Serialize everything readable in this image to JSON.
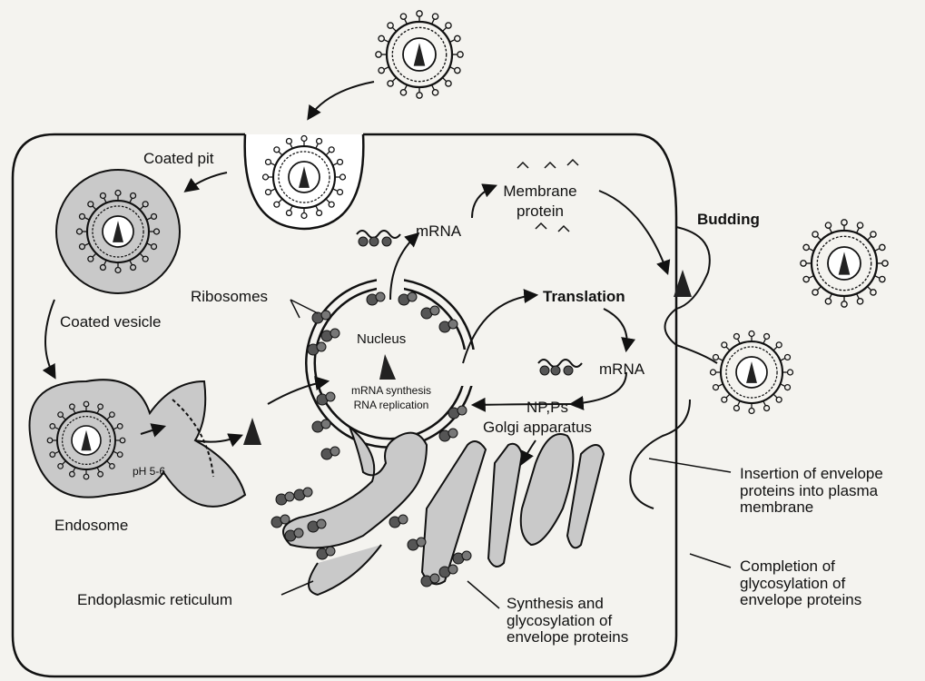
{
  "labels": {
    "coated_pit": "Coated pit",
    "coated_vesicle": "Coated vesicle",
    "endosome": "Endosome",
    "ph": "pH 5-6",
    "ribosomes": "Ribosomes",
    "nucleus": "Nucleus",
    "mrna_synthesis": "mRNA synthesis",
    "rna_replication": "RNA replication",
    "mrna_top": "mRNA",
    "membrane_protein_1": "Membrane",
    "membrane_protein_2": "protein",
    "budding": "Budding",
    "translation": "Translation",
    "mrna_right": "mRNA",
    "np_ps": "NP,Ps",
    "golgi": "Golgi apparatus",
    "insertion": [
      "Insertion of envelope",
      "proteins into plasma",
      "membrane"
    ],
    "completion": [
      "Completion of",
      "glycosylation of",
      "envelope proteins"
    ],
    "synthesis": [
      "Synthesis and",
      "glycosylation of",
      "envelope proteins"
    ],
    "er": "Endoplasmic reticulum"
  },
  "colors": {
    "ink": "#111111",
    "fill_gray": "#c9c9c9",
    "ribosome": "#555555"
  }
}
